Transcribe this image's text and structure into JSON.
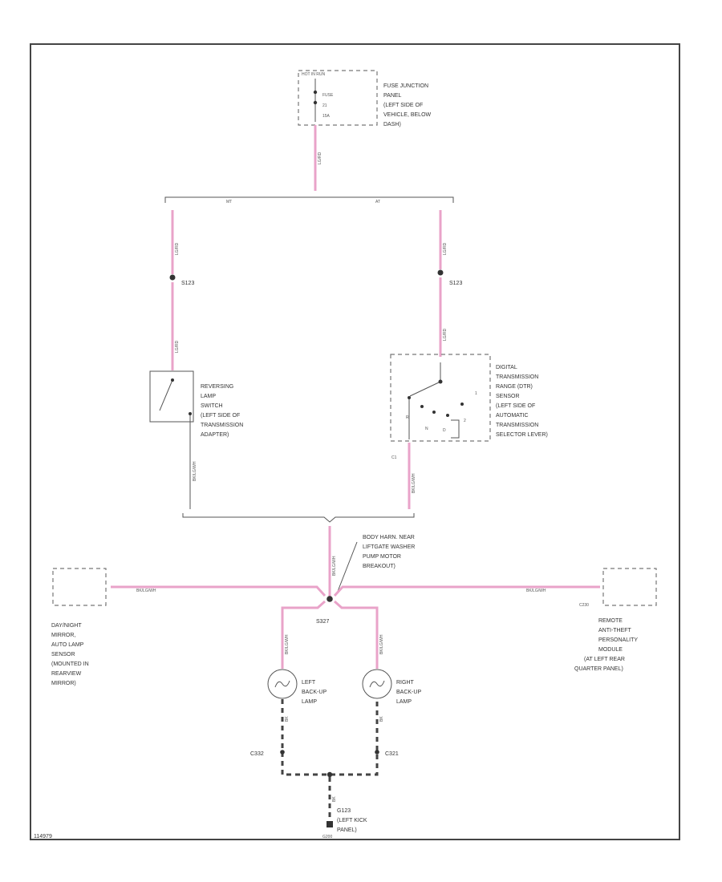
{
  "colors": {
    "wire": "#e9a3c9",
    "wire_core": "#c0397a",
    "frame": "#444444",
    "ground": "#444444"
  },
  "fuse_panel": {
    "hot_label": "HOT IN RUN",
    "fuse_lines": [
      "FUSE",
      "21",
      "15A"
    ],
    "label_lines": [
      "FUSE JUNCTION",
      "PANEL",
      "(LEFT SIDE OF",
      "VEHICLE, BELOW",
      "DASH)"
    ]
  },
  "feed_wire": "LG/RD",
  "split": {
    "left": "MT",
    "right": "AT"
  },
  "left_branch": {
    "wire_top": "LG/RD",
    "splice": "S123",
    "wire_mid": "LG/RD",
    "switch_label_lines": [
      "REVERSING",
      "LAMP",
      "SWITCH",
      "(LEFT SIDE OF",
      "TRANSMISSION",
      "ADAPTER)"
    ],
    "wire_out": "BK/LG/WH"
  },
  "right_branch": {
    "wire_top": "LG/RD",
    "splice": "S123",
    "wire_mid": "LG/RD",
    "sensor_label_lines": [
      "DIGITAL",
      "TRANSMISSION",
      "RANGE (DTR)",
      "SENSOR",
      "(LEFT SIDE OF",
      "AUTOMATIC",
      "TRANSMISSION",
      "SELECTOR LEVER)"
    ],
    "sensor_positions": [
      "R",
      "N",
      "D",
      "2",
      "1"
    ],
    "pin": "C1",
    "wire_out": "BK/LG/WH"
  },
  "center": {
    "wire": "BK/LG/WH",
    "splice_label_lines": [
      "BODY HARN. NEAR",
      "LIFTGATE WASHER",
      "PUMP MOTOR",
      "BREAKOUT)"
    ],
    "splice": "S327"
  },
  "left_component": {
    "wire": "BK/LG/WH",
    "label_lines": [
      "DAY/NIGHT",
      "MIRROR,",
      "AUTO LAMP",
      "SENSOR",
      "(MOUNTED IN",
      "REARVIEW",
      "MIRROR)"
    ]
  },
  "right_component": {
    "wire": "BK/LG/WH",
    "connector": "C230",
    "label_lines": [
      "REMOTE",
      "ANTI-THEFT",
      "PERSONALITY",
      "MODULE",
      "(AT LEFT REAR",
      "QUARTER PANEL)"
    ]
  },
  "left_lamp": {
    "wire": "BK/LG/WH",
    "label_lines": [
      "LEFT",
      "BACK-UP",
      "LAMP"
    ],
    "ground_wire": "BK",
    "connector": "C332"
  },
  "right_lamp": {
    "wire": "BK/LG/WH",
    "label_lines": [
      "RIGHT",
      "BACK-UP",
      "LAMP"
    ],
    "ground_wire": "BK",
    "connector": "C321"
  },
  "ground": {
    "wire": "BK",
    "label_lines": [
      "G123",
      "(LEFT KICK",
      "PANEL)"
    ],
    "code": "G200"
  },
  "figure_id": "114979"
}
